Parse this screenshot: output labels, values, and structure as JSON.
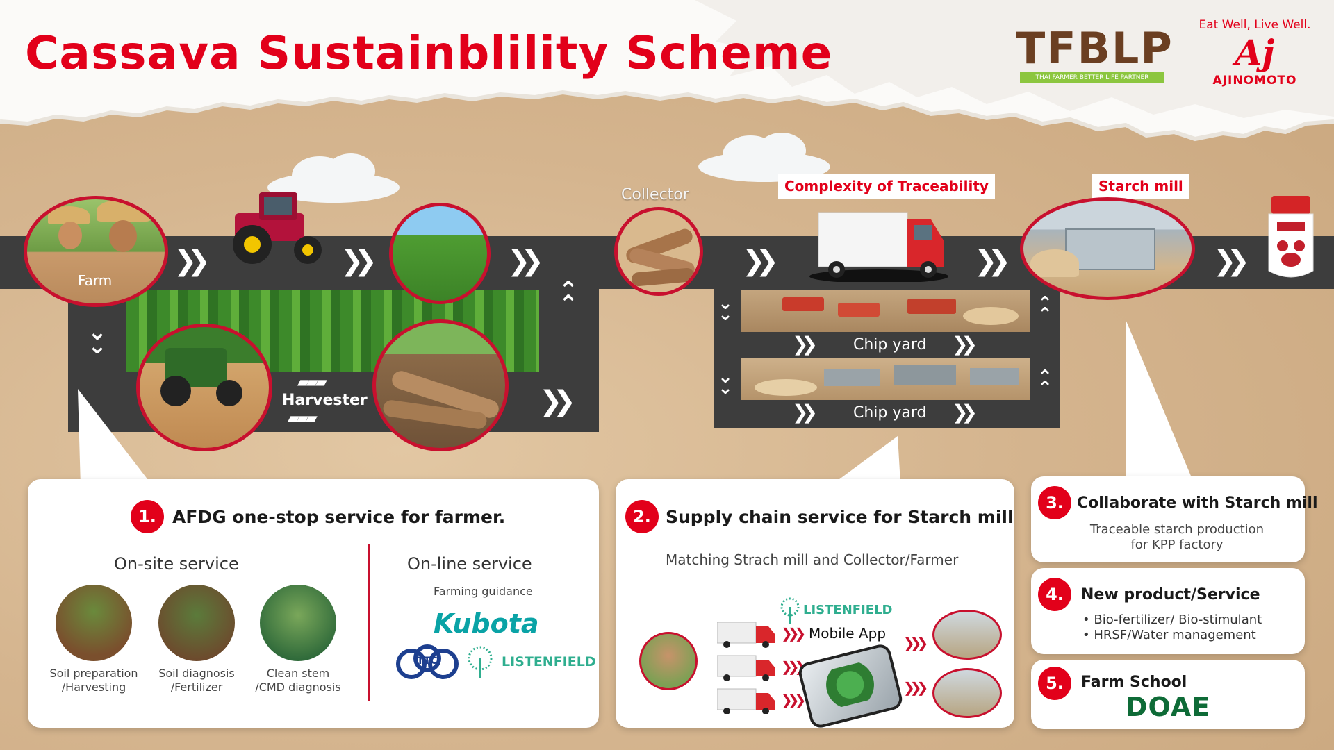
{
  "header": {
    "title": "Cassava Sustainblility Scheme",
    "tfblp_logo": {
      "wordmark": "TFBLP",
      "tagline": "THAI FARMER BETTER LIFE PARTNER"
    },
    "ajinomoto_logo": {
      "slogan": "Eat Well, Live Well.",
      "monogram": "Aj",
      "wordmark": "AJINOMOTO"
    }
  },
  "flow": {
    "farm_label": "Farm",
    "harvester_label": "Harvester",
    "collector_label": "Collector",
    "traceability_tag": "Complexity of Traceability",
    "starch_mill_tag": "Starch mill",
    "chip_yard_1": "Chip yard",
    "chip_yard_2": "Chip yard"
  },
  "cards": {
    "c1": {
      "number": "1.",
      "title": "AFDG one-stop service for farmer.",
      "onsite_heading": "On-site service",
      "online_heading": "On-line service",
      "online_sub": "Farming guidance",
      "kubota_logo": "Kubota",
      "ttc_logo": "TTC",
      "listenfield_logo": "LISTENFIELD",
      "services": [
        {
          "line1": "Soil preparation",
          "line2": "/Harvesting"
        },
        {
          "line1": "Soil diagnosis",
          "line2": "/Fertilizer"
        },
        {
          "line1": "Clean stem",
          "line2": "/CMD diagnosis"
        }
      ]
    },
    "c2": {
      "number": "2.",
      "title": "Supply chain service for Starch mill",
      "subtitle": "Matching Strach mill and Collector/Farmer",
      "listenfield_logo": "LISTENFIELD",
      "app_label": "Mobile App"
    },
    "c3": {
      "number": "3.",
      "title": "Collaborate with Starch mill",
      "line1": "Traceable starch production",
      "line2": "for KPP factory"
    },
    "c4": {
      "number": "4.",
      "title": "New product/Service",
      "bullet1": "Bio-fertilizer/ Bio-stimulant",
      "bullet2": "HRSF/Water management"
    },
    "c5": {
      "number": "5.",
      "title": "Farm School",
      "doae_logo": "DOAE"
    }
  },
  "colors": {
    "brand_red": "#e2001a",
    "road": "#3d3d3d",
    "ground": "#d6b995",
    "tfblp_brown": "#6b3f22",
    "tfblp_green": "#8cc63f",
    "listenfield_green": "#2fae8f",
    "kubota_teal": "#0aa3a6",
    "doae_green": "#0e6b37"
  }
}
